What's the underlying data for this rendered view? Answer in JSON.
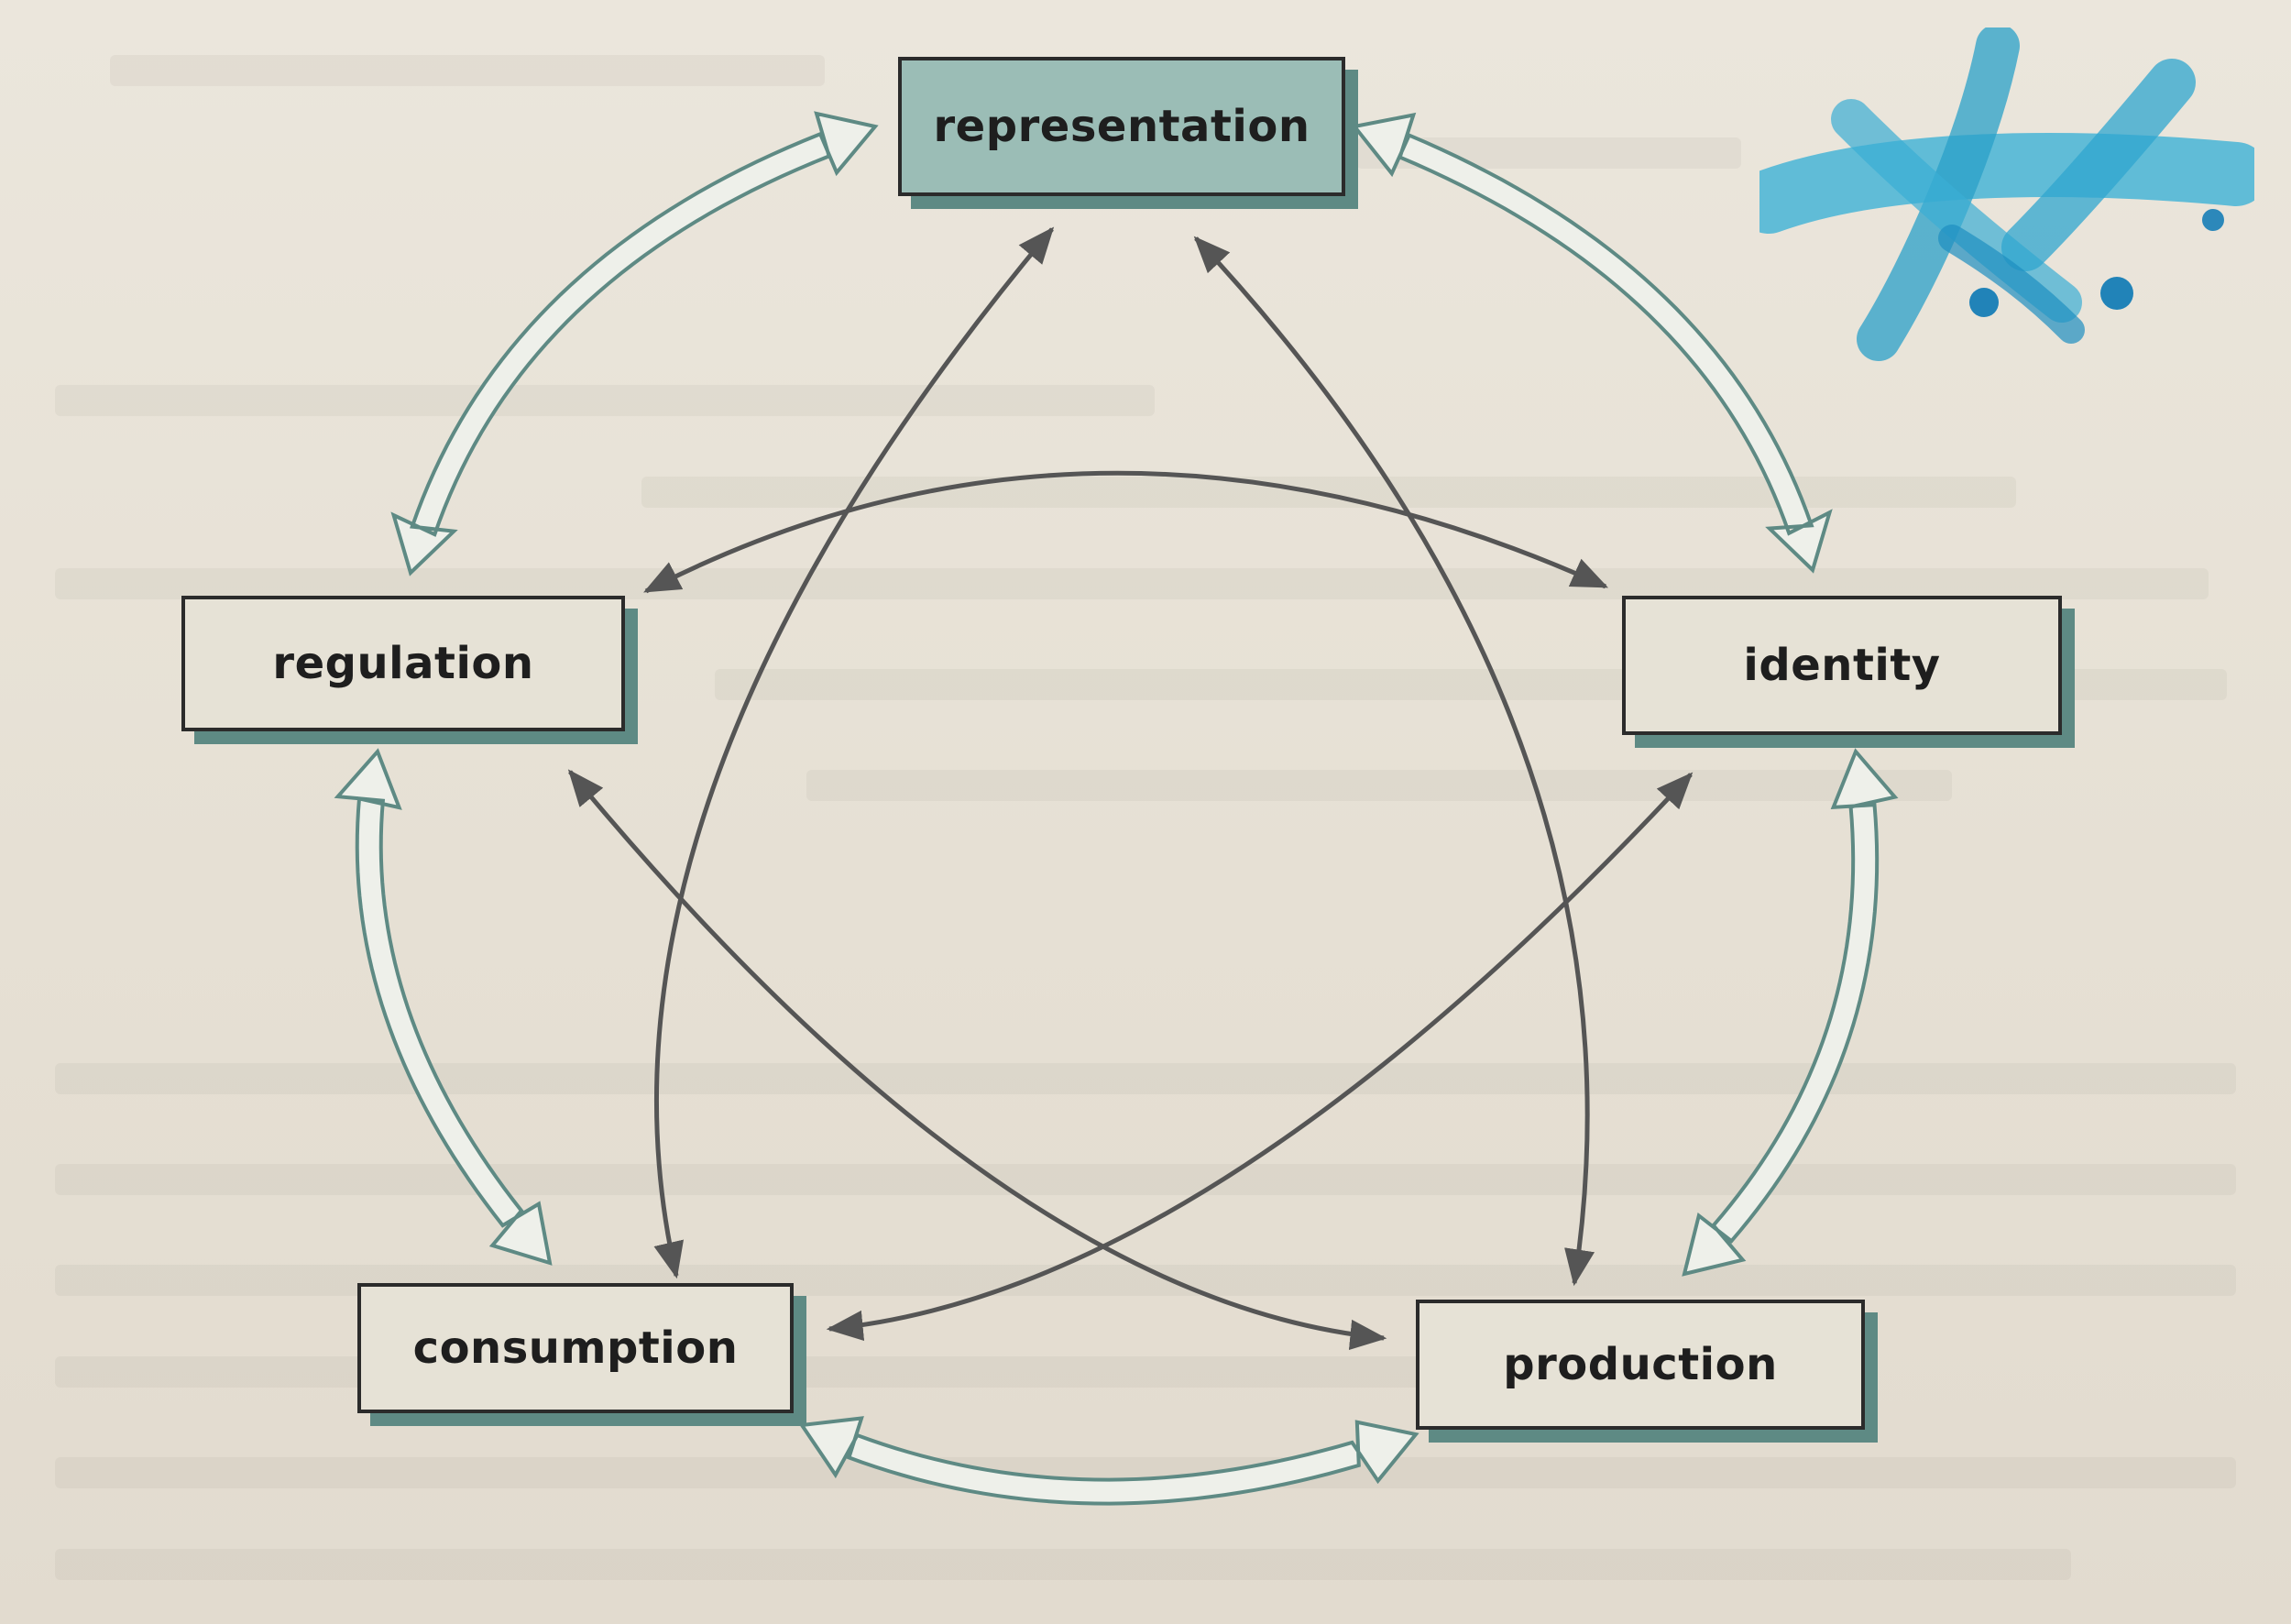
{
  "nodes": {
    "representation": "representation",
    "identity": "identity",
    "production": "production",
    "consumption": "consumption",
    "regulation": "regulation"
  },
  "colors": {
    "paper": "#e9e3d8",
    "highlight_box": "#9bbdb6",
    "box_shadow": "#5e8a84",
    "outer_arrow": "#5e8a84",
    "inner_arrow": "#555555",
    "marker_ink": "#2aa0c8"
  }
}
